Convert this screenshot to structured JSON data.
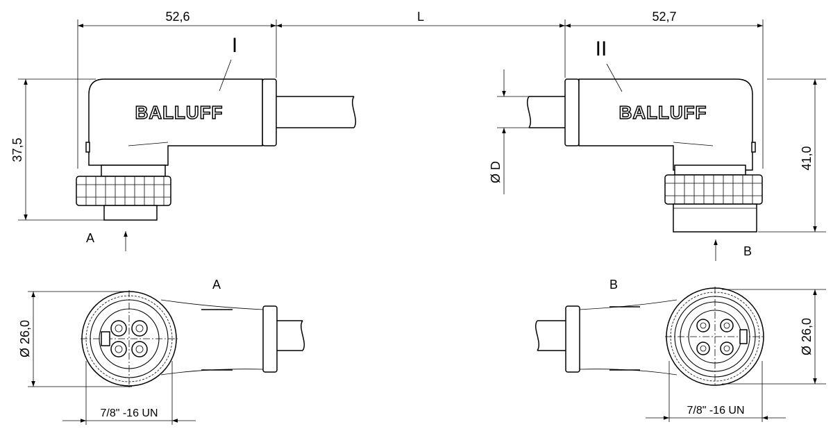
{
  "dimensions": {
    "left_width": "52,6",
    "cable_length": "L",
    "right_width": "52,7",
    "left_height": "37,5",
    "right_height": "41,0",
    "cable_diameter": "Ø D",
    "left_face_diameter": "Ø 26,0",
    "right_face_diameter": "Ø 26,0",
    "left_thread": "7/8\" -16 UN",
    "right_thread": "7/8\" -16 UN"
  },
  "labels": {
    "connector_1": "I",
    "connector_2": "II",
    "view_a_arrow": "A",
    "view_b_arrow": "B",
    "view_a_title": "A",
    "view_b_title": "B"
  },
  "brand": {
    "left_logo": "BALLUFF",
    "right_logo": "BALLUFF"
  }
}
